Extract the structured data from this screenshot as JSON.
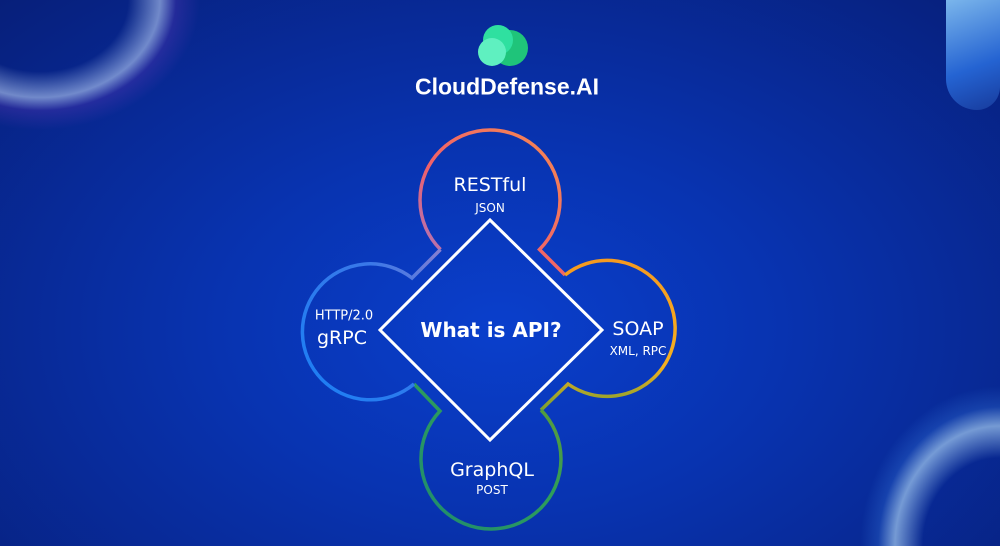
{
  "brand": {
    "name": "CloudDefense.AI",
    "logo_color": "#2fe0a0"
  },
  "diagram": {
    "center": "What is API?",
    "nodes": [
      {
        "title": "RESTful",
        "subtitle": "JSON",
        "color": "#f0606a"
      },
      {
        "title": "SOAP",
        "subtitle": "XML, RPC",
        "color": "#f5a623"
      },
      {
        "title": "GraphQL",
        "subtitle": "POST",
        "color": "#2e9e5a"
      },
      {
        "title": "gRPC",
        "subtitle": "HTTP/2.0",
        "color": "#1e7ff0"
      }
    ]
  }
}
